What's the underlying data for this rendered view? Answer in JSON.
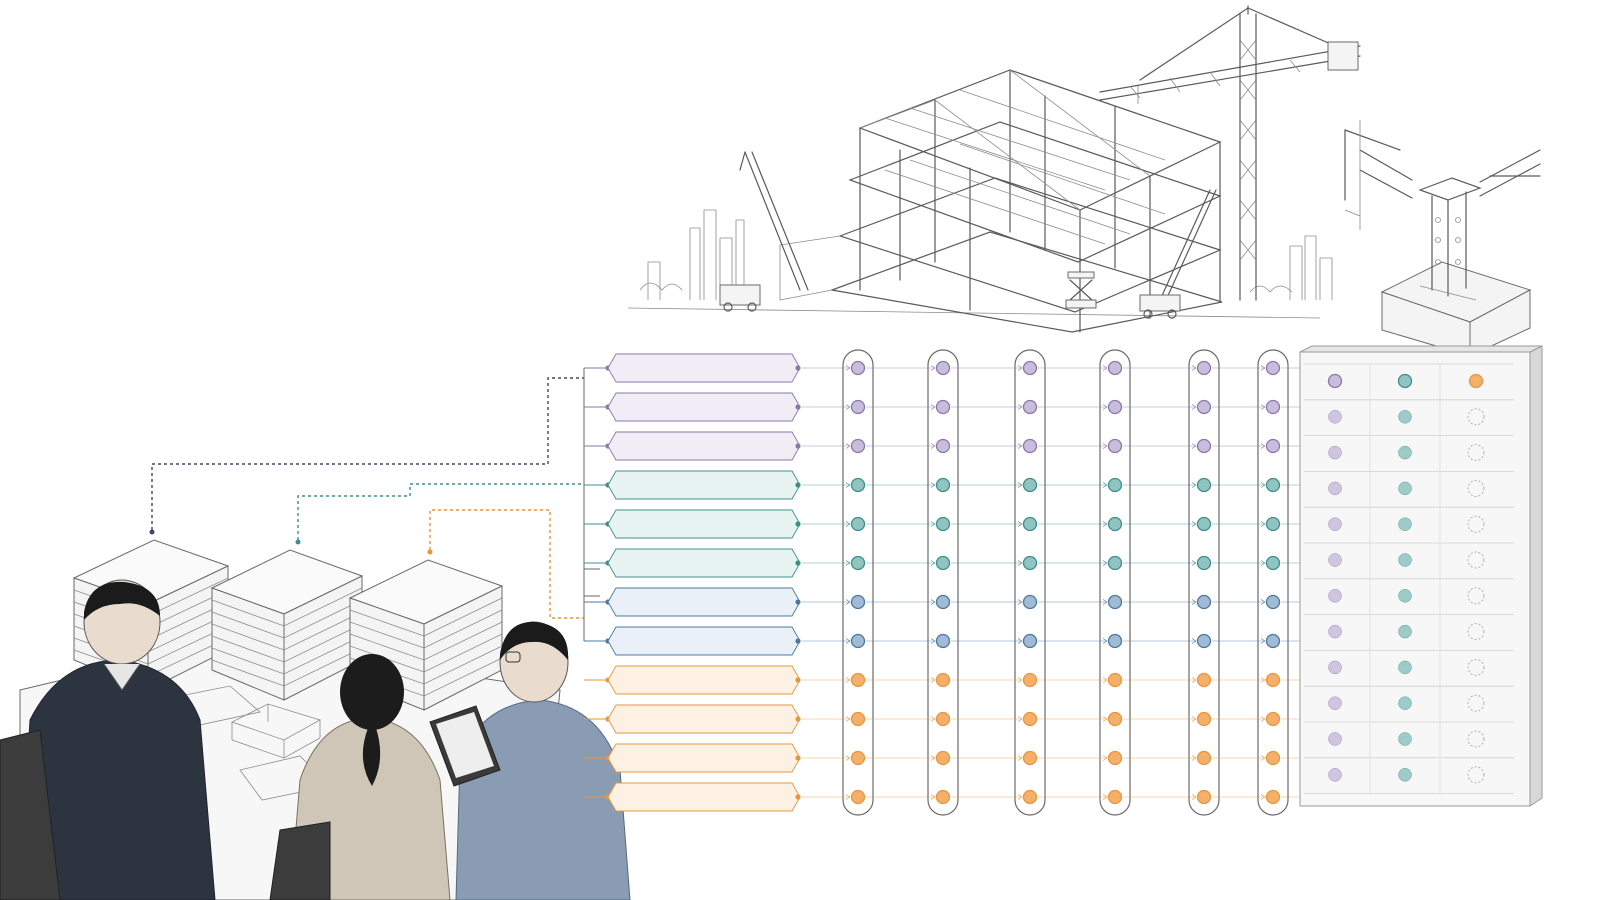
{
  "colors": {
    "purple": "#8a78a8",
    "purple_fill": "#c9bddd",
    "purple_tag": "#f1edf7",
    "teal": "#3e8f8c",
    "teal_fill": "#8fc4c0",
    "teal_tag": "#e8f4f2",
    "blue": "#4c78a0",
    "blue_fill": "#9fbbd5",
    "blue_tag": "#e9f0f7",
    "orange": "#e7963c",
    "orange_fill": "#f4b06a",
    "orange_tag": "#fdf1e4",
    "line": "#6a6a6a",
    "panel": "#f3f3f3"
  },
  "diagram": {
    "row_groups": [
      "purple",
      "purple",
      "purple",
      "teal",
      "teal",
      "teal",
      "blue",
      "blue",
      "orange",
      "orange",
      "orange",
      "orange"
    ],
    "stage_count": 6,
    "summary_columns": [
      {
        "group": "purple",
        "filled_rows": 12
      },
      {
        "group": "teal",
        "filled_rows": 12
      },
      {
        "group": "orange",
        "filled_rows": 1
      }
    ],
    "summary_rows": 12,
    "source_document_stacks": [
      "purple",
      "teal",
      "orange"
    ]
  },
  "illustrations": {
    "top": "steel-frame-construction-site-with-tower-crane",
    "top_right": "column-base-connection-detail",
    "bottom_left": "three-people-reviewing-documents-at-table"
  }
}
